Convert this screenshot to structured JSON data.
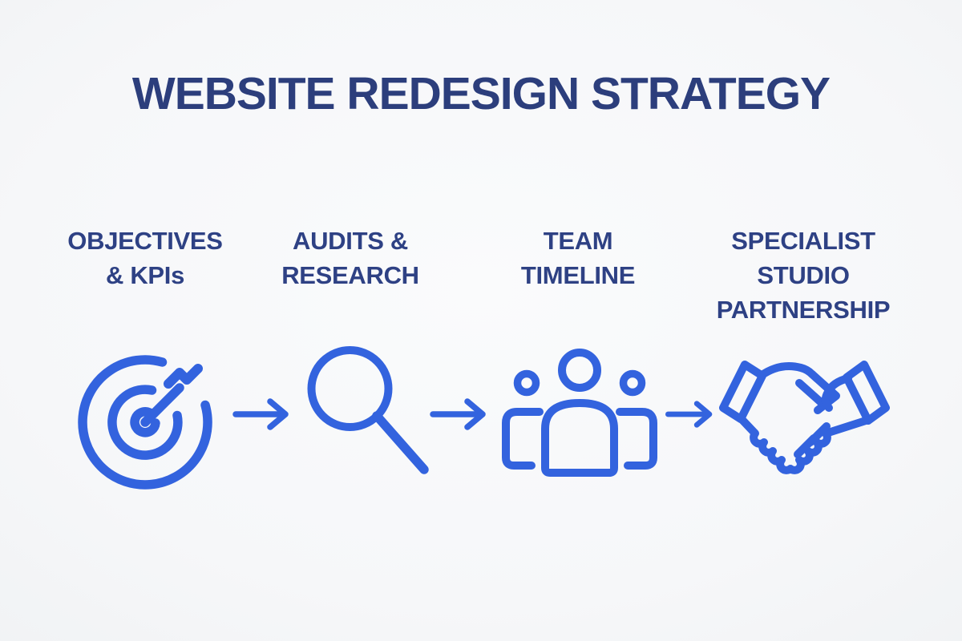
{
  "image": {
    "kind": "process-infographic",
    "background": "#f6f7f9"
  },
  "colors": {
    "icon_blue": "#3363de",
    "title_navy": "#2c3e7c",
    "label_navy": "#2e4184"
  },
  "title": {
    "text": "WEBSITE REDESIGN STRATEGY"
  },
  "steps": [
    {
      "id": "objectives-kpis",
      "icon": "target-dart-icon",
      "lines": [
        "OBJECTIVES",
        "& KPIs"
      ]
    },
    {
      "id": "audits-research",
      "icon": "magnifying-glass-icon",
      "lines": [
        "AUDITS &",
        "RESEARCH"
      ]
    },
    {
      "id": "team-timeline",
      "icon": "team-people-icon",
      "lines": [
        "TEAM",
        "TIMELINE"
      ]
    },
    {
      "id": "studio-partnership",
      "icon": "handshake-icon",
      "lines": [
        "SPECIALIST",
        "STUDIO",
        "PARTNERSHIP"
      ]
    }
  ],
  "connectors": [
    {
      "type": "arrow-right"
    },
    {
      "type": "arrow-right"
    },
    {
      "type": "arrow-right"
    }
  ]
}
